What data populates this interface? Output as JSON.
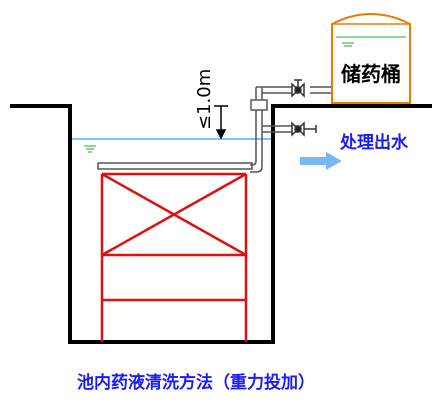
{
  "labels": {
    "tank": "储药桶",
    "clearance": "≤1.0m",
    "outlet": "处理出水",
    "caption": "池内药液清洗方法（重力投加）"
  },
  "colors": {
    "wall": "#000000",
    "frame": "#e01010",
    "tank_outline": "#f07800",
    "tank_liquid_line": "#20b020",
    "water": "#80c0ff",
    "pipe": "#555555",
    "accent_blue": "#1a1aff",
    "flow_arrow": "#7ab8f0"
  },
  "icons": [
    "valve-icon",
    "water-level-icon",
    "flow-arrow-icon",
    "dimension-arrow-icon"
  ]
}
